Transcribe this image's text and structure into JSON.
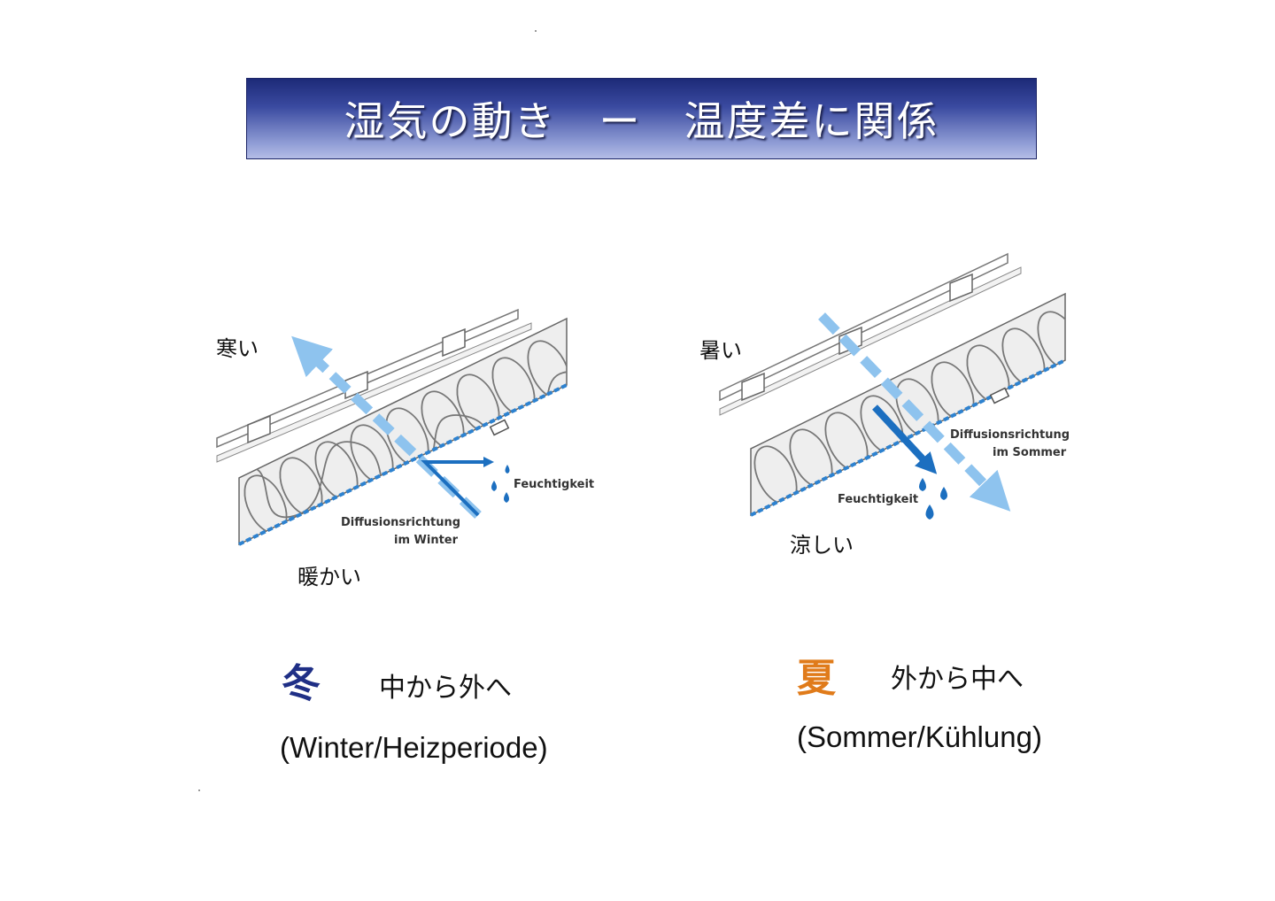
{
  "title": "湿気の動き　ー　温度差に関係",
  "winter": {
    "outside_label": "寒い",
    "inside_label": "暖かい",
    "moisture_label": "Feuchtigkeit",
    "diffusion_line1": "Diffusionsrichtung",
    "diffusion_line2": "im Winter",
    "season_char": "冬",
    "direction": "中から外へ",
    "subtitle": "(Winter/Heizperiode)"
  },
  "summer": {
    "outside_label": "暑い",
    "inside_label": "涼しい",
    "moisture_label": "Feuchtigkeit",
    "diffusion_line1": "Diffusionsrichtung",
    "diffusion_line2": "im Sommer",
    "season_char": "夏",
    "direction": "外から中へ",
    "subtitle": "(Sommer/Kühlung)"
  },
  "colors": {
    "banner": "#2b3a8f",
    "winter_char": "#1f2f86",
    "summer_char": "#e07b1a",
    "diffusion_arrow": "#8ec3ee",
    "moisture_blue": "#1c6fc0",
    "vapor_layer": "#2d82d0"
  }
}
